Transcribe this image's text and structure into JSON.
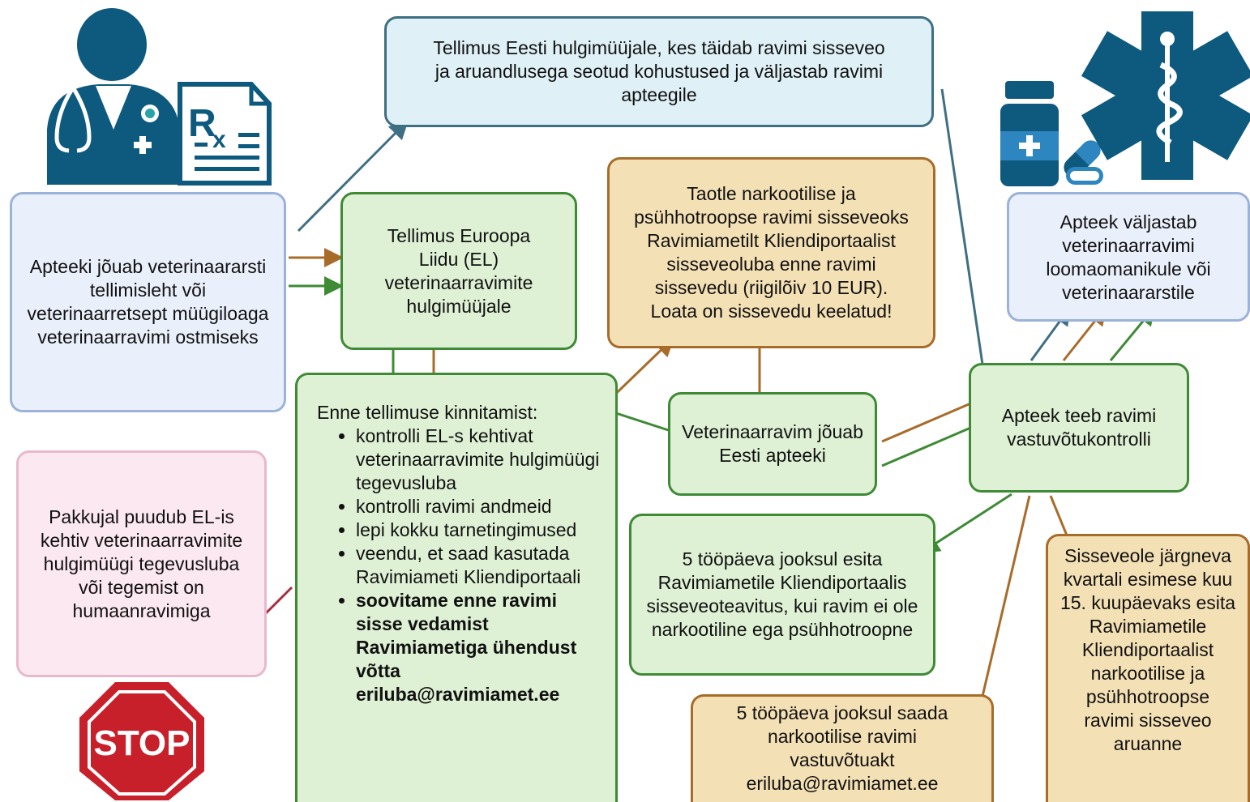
{
  "colors": {
    "teal_arrow": "#3f6f83",
    "brown_arrow": "#a86c2a",
    "green_arrow": "#3e8a35",
    "red_arrow": "#a62f3f",
    "doctor_icon": "#0e5a7e",
    "stop_red": "#c8202a"
  },
  "icons": {
    "doctor": "veterinarian-icon",
    "prescription": "rx-prescription-icon",
    "medicine": "medicine-bottle-icon",
    "pill": "capsule-icon",
    "star_of_life": "star-of-life-icon",
    "stop": "stop-sign-icon"
  },
  "stop_sign_text": "STOP",
  "boxes": {
    "pharmacy_receives": "Apteeki jõuab veterinaararsti tellimisleht või veterinaarretsept müügiloaga veterinaarravimi ostmiseks",
    "order_estonia": "Tellimus Eesti hulgimüüjale, kes täidab ravimi sisseveo ja aruandlusega seotud kohustused ja väljastab ravimi apteegile",
    "order_eu": "Tellimus Euroopa Liidu (EL) veterinaarravimite hulgimüüjale",
    "apply_license": "Taotle narkootilise ja psühhotroopse ravimi sisseveoks Ravimiametilt Kliendiportaalist sisseveoluba enne ravimi sissevedu (riigilõiv 10 EUR). Loata on sissevedu keelatud!",
    "pharmacy_dispenses": "Apteek väljastab veterinaarravimi loomaomanikule või veterinaararstile",
    "no_license": "Pakkujal puudub EL-is kehtiv veterinaarravimite hulgimüügi tegevusluba või tegemist on humaanravimiga",
    "arrives": "Veterinaarravim jõuab Eesti apteeki",
    "receiving_control": "Apteek teeb ravimi vastuvõtukontrolli",
    "notify_5days": "5 tööpäeva jooksul esita Ravimiametile Kliendiportaalis sisseveoteavitus, kui ravim ei ole narkootiline ega psühhotroopne",
    "send_act": "5 tööpäeva jooksul saada narkootilise ravimi vastuvõtuakt eriluba@ravimiamet.ee",
    "quarter_report": "Sisseveole järgneva kvartali esimese kuu 15. kuupäevaks esita Ravimiametile Kliendiportaalist narkootilise ja psühhotroopse ravimi sisseveo aruanne"
  },
  "checklist": {
    "heading": "Enne tellimuse kinnitamist:",
    "items": [
      "kontrolli EL-s kehtivat veterinaarravimite hulgimüügi tegevusluba",
      "kontrolli ravimi andmeid",
      "lepi kokku tarnetingimused",
      "veendu, et saad kasutada Ravimiameti Kliendiportaali"
    ],
    "bold_item": "soovitame enne ravimi sisse vedamist Ravimiametiga ühendust võtta eriluba@ravimiamet.ee"
  }
}
